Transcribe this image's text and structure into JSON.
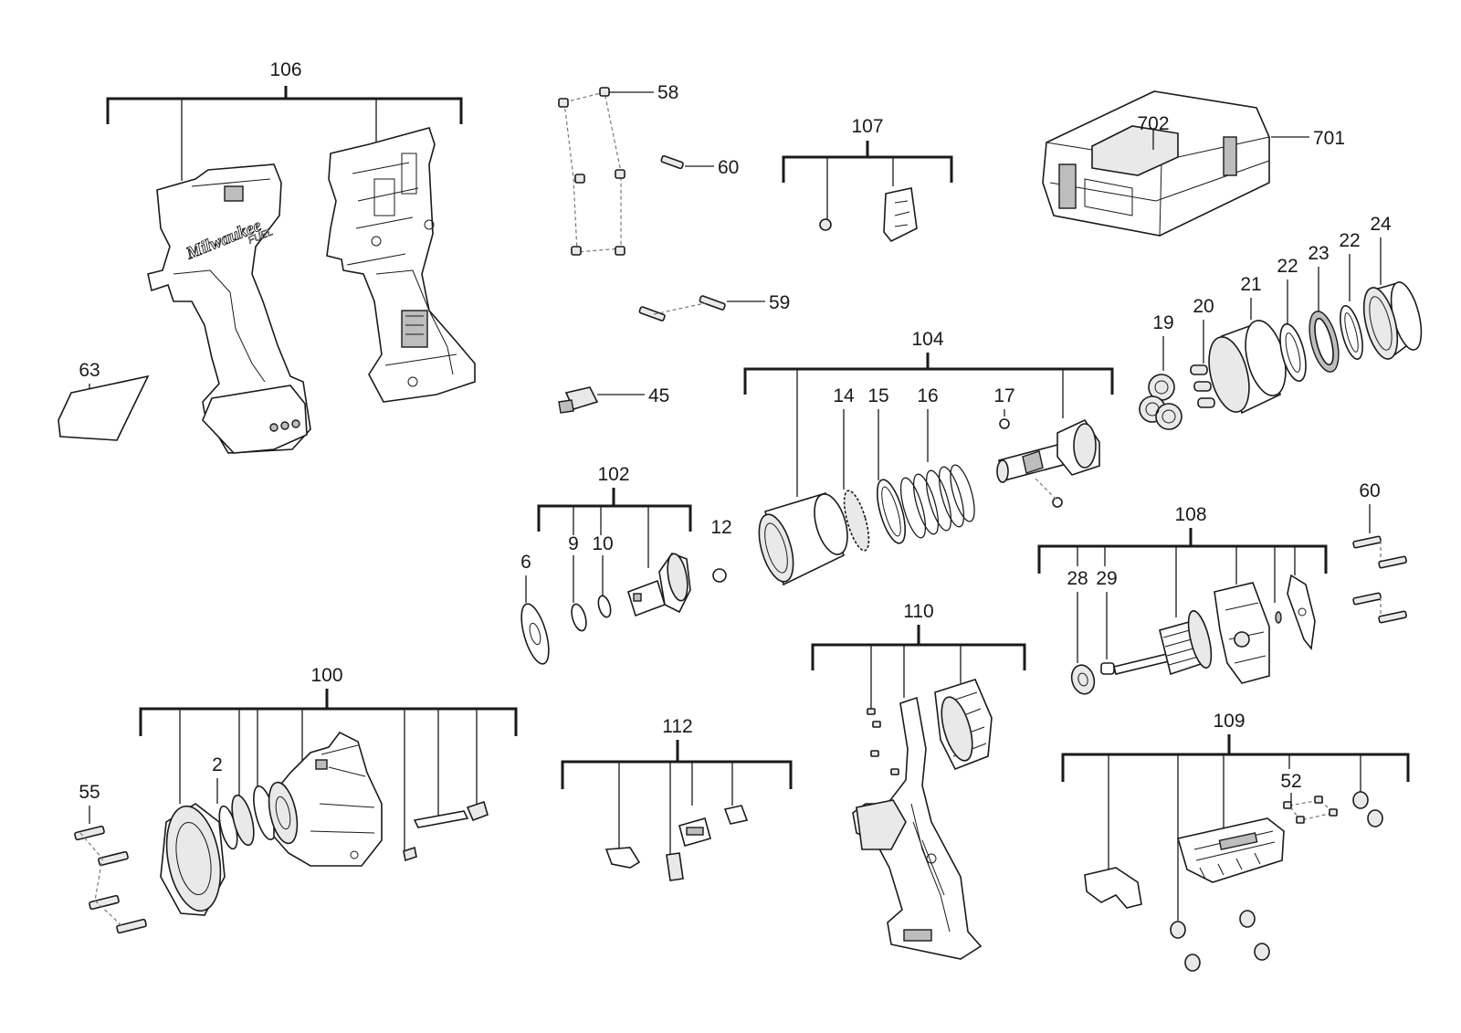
{
  "callouts": {
    "l106": "106",
    "l58": "58",
    "l60a": "60",
    "l107": "107",
    "l702": "702",
    "l701": "701",
    "l63": "63",
    "l59": "59",
    "l104": "104",
    "l14": "14",
    "l15": "15",
    "l16": "16",
    "l17": "17",
    "l19": "19",
    "l20": "20",
    "l21": "21",
    "l22a": "22",
    "l23": "23",
    "l22b": "22",
    "l24": "24",
    "l45": "45",
    "l102": "102",
    "l12": "12",
    "l6": "6",
    "l9": "9",
    "l10": "10",
    "l108": "108",
    "l60b": "60",
    "l28": "28",
    "l29": "29",
    "l110": "110",
    "l100": "100",
    "l2": "2",
    "l55": "55",
    "l112": "112",
    "l109": "109",
    "l52": "52"
  },
  "housing_logo": {
    "brand": "Milwaukee",
    "line": "FUEL"
  }
}
